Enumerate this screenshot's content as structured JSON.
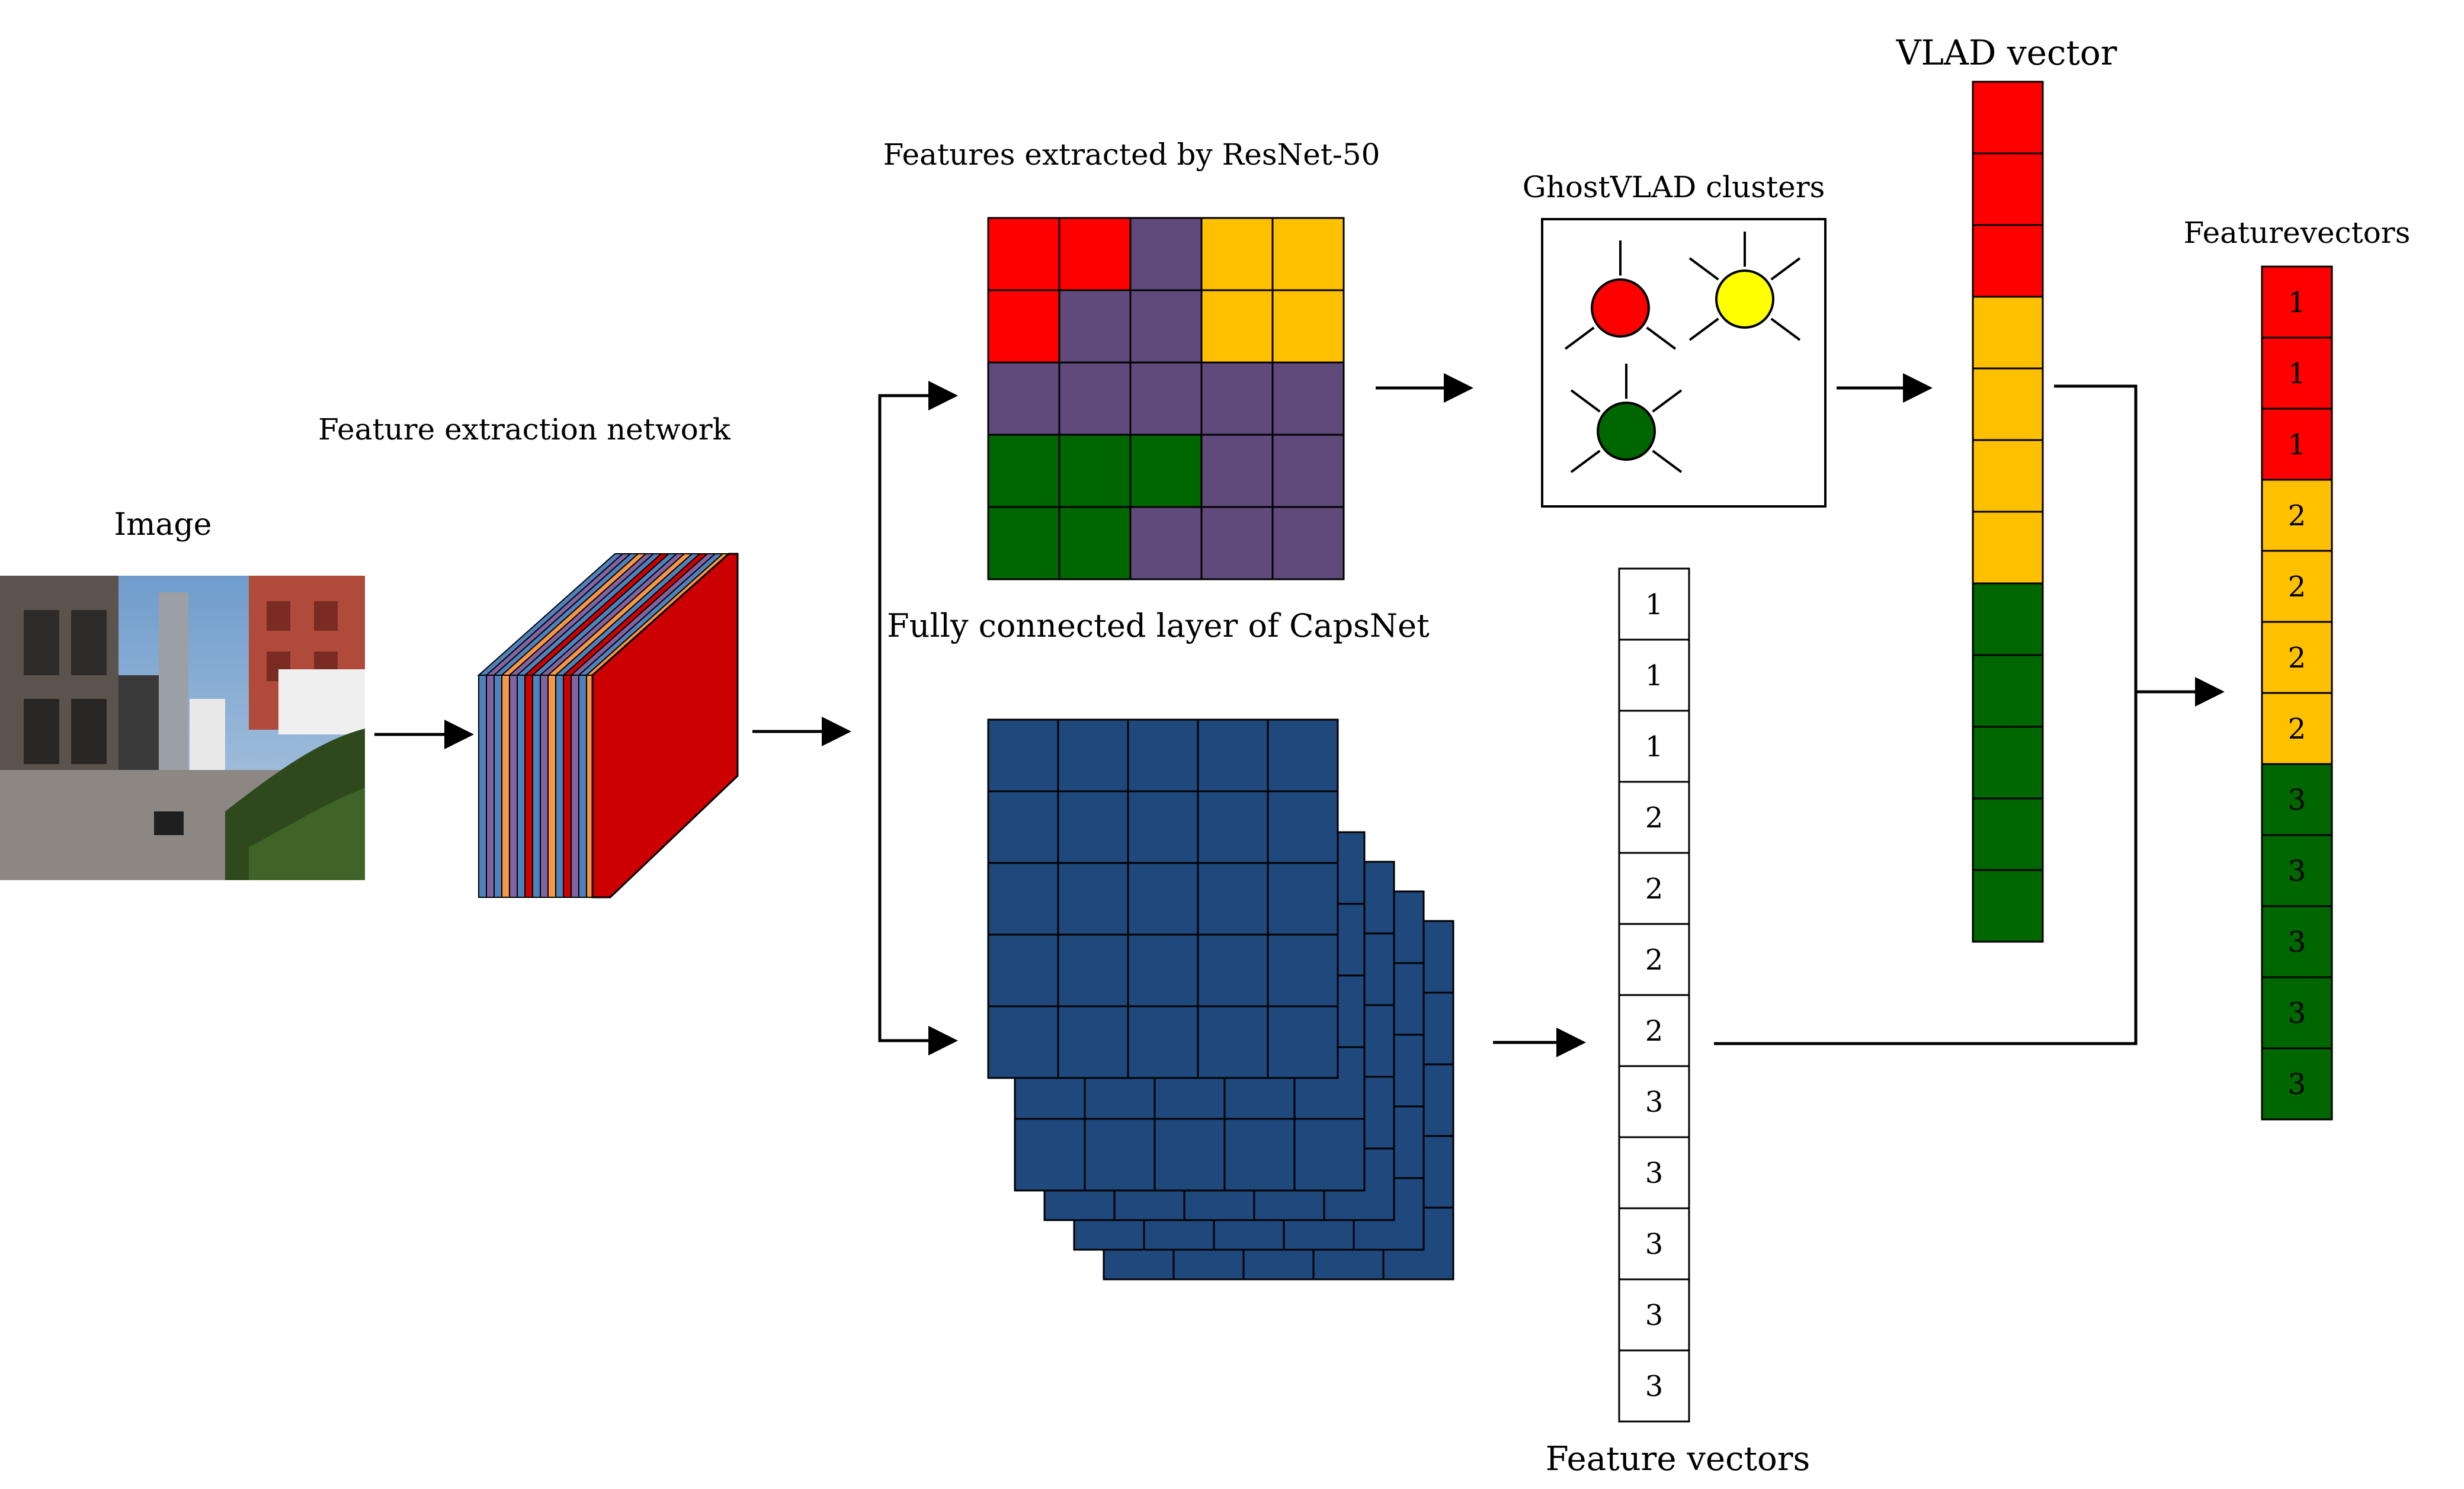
{
  "labels": {
    "image": "Image",
    "feature_extraction_network": "Feature extraction network",
    "features_resnet": "Features extracted by ResNet-50",
    "ghostvlad_clusters": "GhostVLAD clusters",
    "vlad_vector": "VLAD vector",
    "fully_connected_capsnet": "Fully connected layer of CapsNet",
    "feature_vectors_mid": "Feature vectors",
    "featurevectors_right": "Featurevectors"
  },
  "colors": {
    "red": "#ff0000",
    "yellow": "#ffc000",
    "purple": "#604a7b",
    "green": "#006600",
    "navy": "#1f497d",
    "cluster_yellow": "#ffff00",
    "layer_red": "#cc0000",
    "layer_blue": "#4f81bd",
    "layer_violet": "#8064a2",
    "layer_orange": "#f79646"
  },
  "resnet_grid": [
    [
      "red",
      "red",
      "purple",
      "yellow",
      "yellow"
    ],
    [
      "red",
      "purple",
      "purple",
      "yellow",
      "yellow"
    ],
    [
      "purple",
      "purple",
      "purple",
      "purple",
      "purple"
    ],
    [
      "green",
      "green",
      "green",
      "purple",
      "purple"
    ],
    [
      "green",
      "green",
      "purple",
      "purple",
      "purple"
    ]
  ],
  "clusters": [
    {
      "name": "red-cluster",
      "color": "red"
    },
    {
      "name": "yellow-cluster",
      "color": "cluster_yellow"
    },
    {
      "name": "green-cluster",
      "color": "green"
    }
  ],
  "vlad_vector": [
    "red",
    "red",
    "red",
    "yellow",
    "yellow",
    "yellow",
    "yellow",
    "green",
    "green",
    "green",
    "green",
    "green"
  ],
  "capsnet_vector": [
    "1",
    "1",
    "1",
    "2",
    "2",
    "2",
    "2",
    "3",
    "3",
    "3",
    "3",
    "3"
  ],
  "final_vector": [
    {
      "color": "red",
      "label": "1"
    },
    {
      "color": "red",
      "label": "1"
    },
    {
      "color": "red",
      "label": "1"
    },
    {
      "color": "yellow",
      "label": "2"
    },
    {
      "color": "yellow",
      "label": "2"
    },
    {
      "color": "yellow",
      "label": "2"
    },
    {
      "color": "yellow",
      "label": "2"
    },
    {
      "color": "green",
      "label": "3"
    },
    {
      "color": "green",
      "label": "3"
    },
    {
      "color": "green",
      "label": "3"
    },
    {
      "color": "green",
      "label": "3"
    },
    {
      "color": "green",
      "label": "3"
    }
  ]
}
